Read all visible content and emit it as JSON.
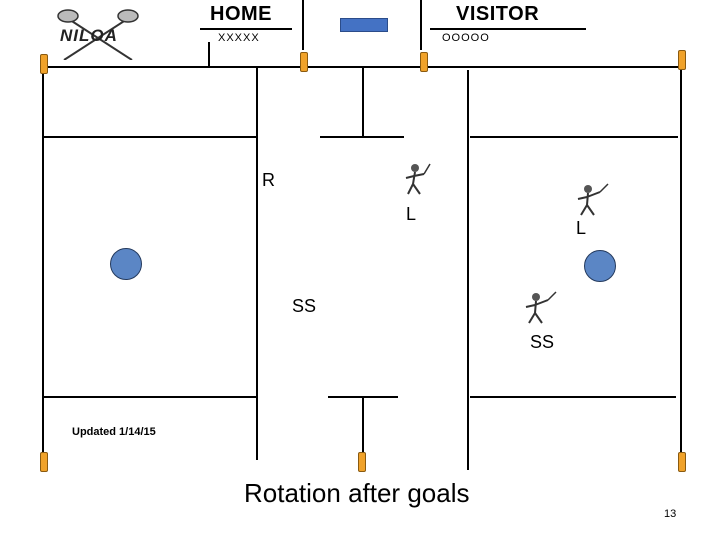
{
  "logo": {
    "text": "NILOA"
  },
  "scoreboard": {
    "home_label": "HOME",
    "home_score": "XXXXX",
    "visitor_label": "VISITOR",
    "visitor_score": "OOOOO",
    "accent_color": "#4472c4"
  },
  "field": {
    "positions": {
      "r": "R",
      "l_center": "L",
      "l_right": "L",
      "ss_left": "SS",
      "ss_right": "SS"
    },
    "ball_color": "#5b86c5",
    "cone_color": "#f0a22a"
  },
  "footer": {
    "updated": "Updated 1/14/15",
    "title": "Rotation after goals",
    "page_number": "13"
  }
}
